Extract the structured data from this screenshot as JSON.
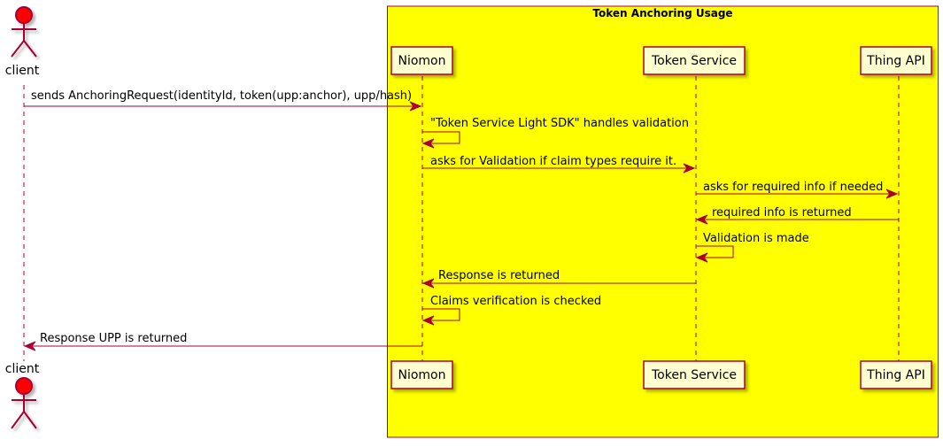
{
  "box": {
    "title": "Token Anchoring Usage"
  },
  "actors": {
    "client": {
      "label": "client"
    }
  },
  "participants": {
    "niomon": {
      "label": "Niomon"
    },
    "token_service": {
      "label": "Token Service"
    },
    "thing_api": {
      "label": "Thing API"
    }
  },
  "messages": [
    {
      "text": "sends AnchoringRequest(identityId, token(upp:anchor), upp/hash)"
    },
    {
      "text": "\"Token Service Light SDK\" handles validation"
    },
    {
      "text": "asks for Validation if claim types require it."
    },
    {
      "text": "asks for required info if needed"
    },
    {
      "text": "required info is returned"
    },
    {
      "text": "Validation is made"
    },
    {
      "text": "Response is returned"
    },
    {
      "text": "Claims verification is checked"
    },
    {
      "text": "Response UPP is returned"
    }
  ],
  "colors": {
    "box_fill": "#FFFF00",
    "participant_fill": "#FEFECE",
    "border": "#A80036",
    "actor_fill": "#FF0000"
  }
}
